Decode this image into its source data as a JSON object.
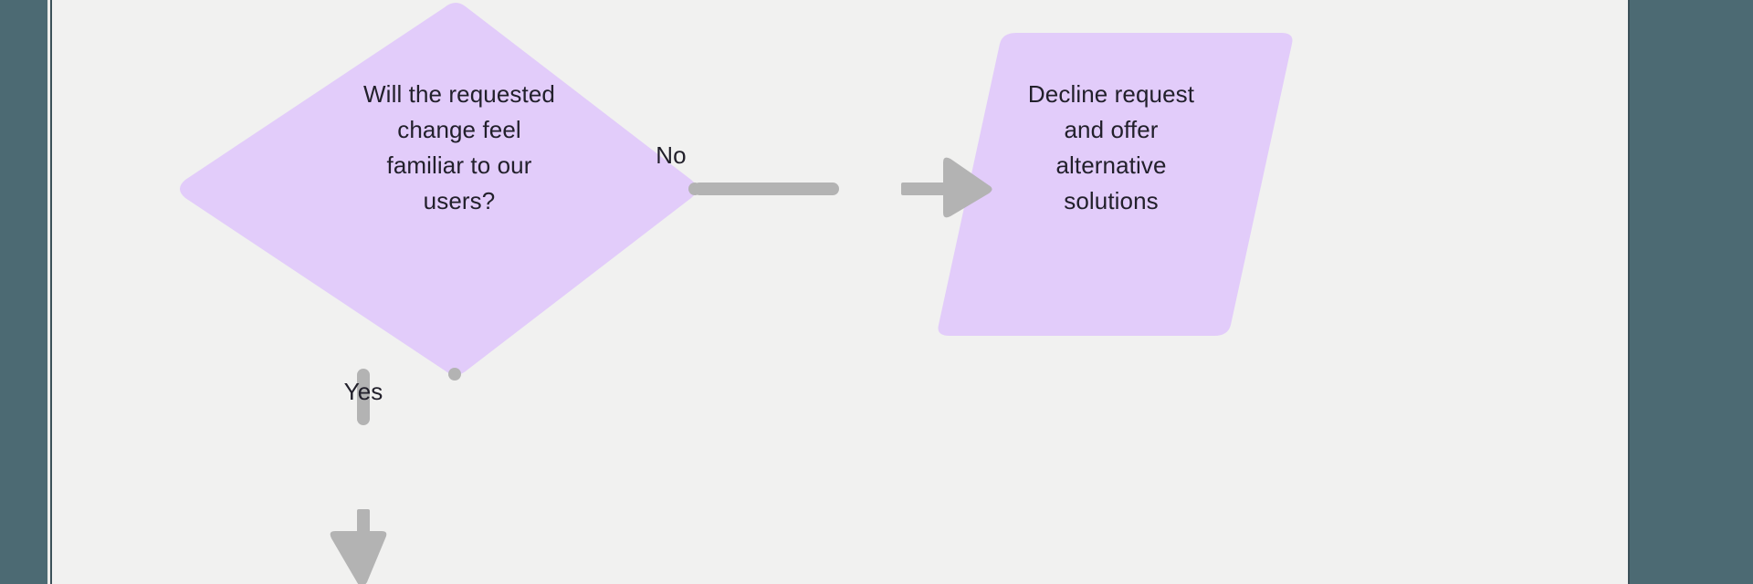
{
  "canvas": {
    "background_color": "#F1F1F0",
    "gutter_color": "#4C6A73"
  },
  "palette": {
    "node_fill": "#E2CCFA",
    "node_text": "#22202B",
    "connector": "#B3B3B3",
    "endpoint_dot": "#B3B3B3"
  },
  "nodes": [
    {
      "id": "decision-familiar",
      "shape": "diamond",
      "label": "Will the requested\nchange feel\nfamiliar to our\nusers?",
      "fill": "#E2CCFA"
    },
    {
      "id": "decline-request",
      "shape": "parallelogram",
      "label": "Decline request\nand offer\nalternative\nsolutions",
      "fill": "#E2CCFA"
    }
  ],
  "edges": [
    {
      "id": "edge-no",
      "label": "No",
      "from": "decision-familiar",
      "to": "decline-request",
      "direction": "right",
      "color": "#B3B3B3"
    },
    {
      "id": "edge-yes",
      "label": "Yes",
      "from": "decision-familiar",
      "to": "",
      "direction": "down",
      "color": "#B3B3B3"
    }
  ]
}
